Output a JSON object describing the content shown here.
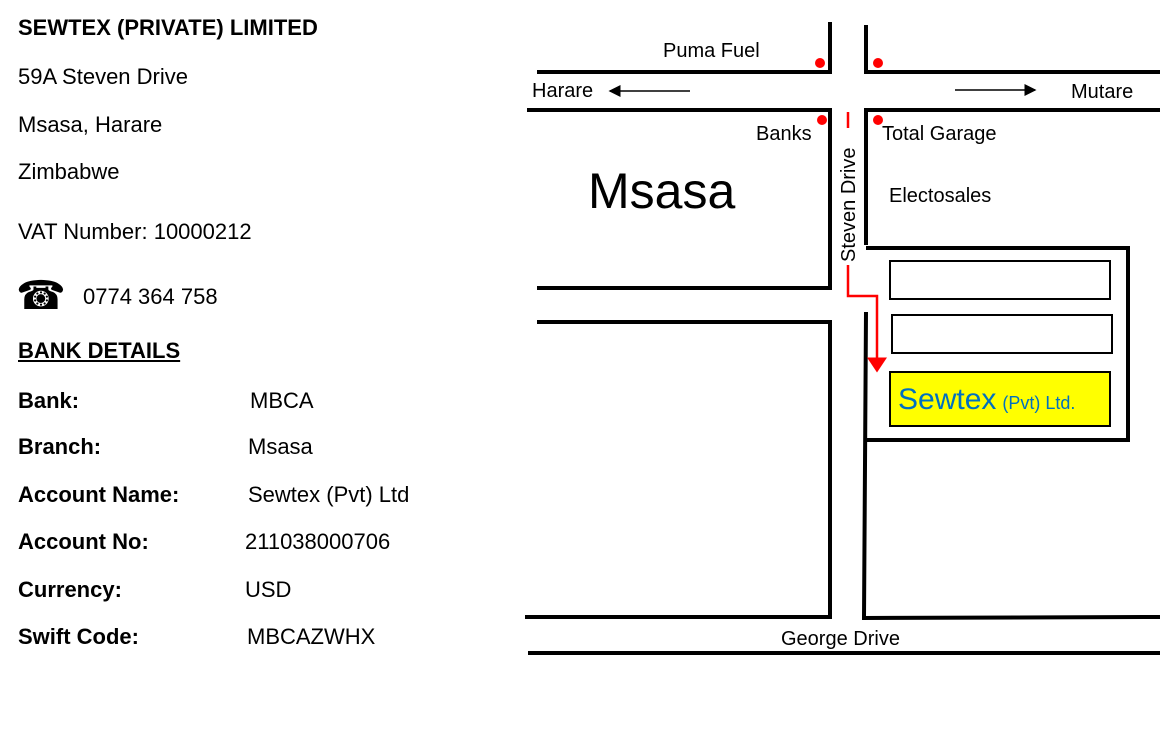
{
  "company": {
    "name": "SEWTEX (PRIVATE) LIMITED",
    "address1": "59A Steven Drive",
    "address2": "Msasa, Harare",
    "country": "Zimbabwe",
    "vat": "VAT Number: 10000212",
    "phone": "0774 364 758"
  },
  "bank": {
    "heading": "BANK DETAILS",
    "rows": [
      {
        "label": "Bank:",
        "value": "MBCA"
      },
      {
        "label": "Branch:",
        "value": "Msasa"
      },
      {
        "label": "Account Name:",
        "value": "Sewtex (Pvt) Ltd"
      },
      {
        "label": "Account No:",
        "value": "211038000706"
      },
      {
        "label": "Currency:",
        "value": "USD"
      },
      {
        "label": "Swift Code:",
        "value": "MBCAZWHX"
      }
    ]
  },
  "map": {
    "puma": "Puma Fuel",
    "harare": "Harare",
    "mutare": "Mutare",
    "banks": "Banks",
    "total": "Total Garage",
    "msasa": "Msasa",
    "electosales": "Electosales",
    "steven": "Steven Drive",
    "george": "George Drive",
    "sewtex": "Sewtex",
    "sewtex_suffix": "(Pvt) Ltd.",
    "colors": {
      "route": "#ff0000",
      "highlight": "#ffff00",
      "brand": "#0070c0"
    }
  }
}
